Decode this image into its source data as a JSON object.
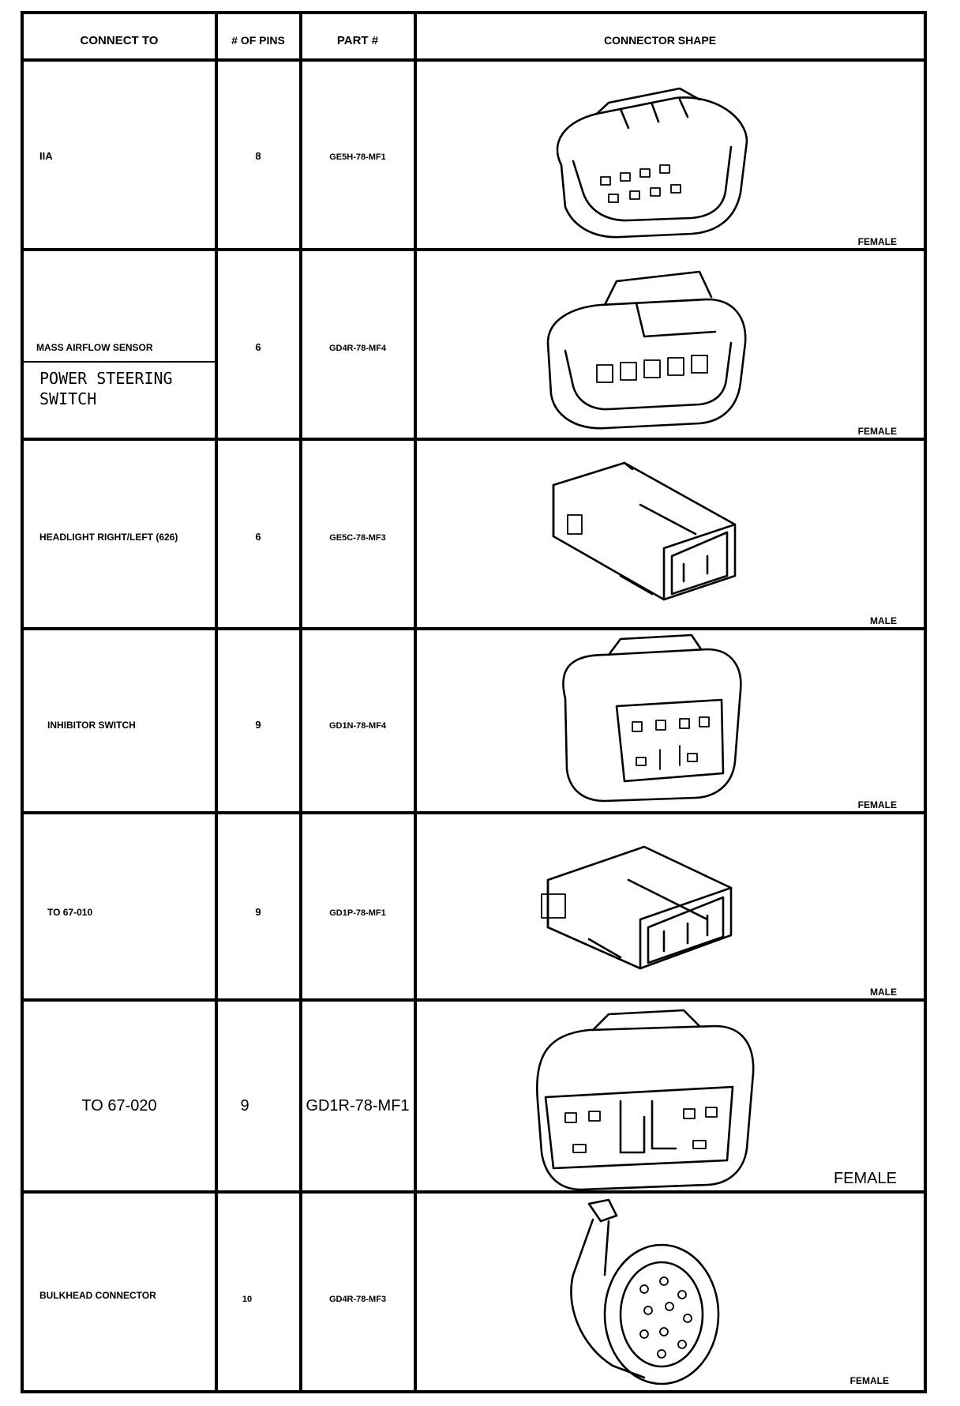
{
  "headers": {
    "connect_to": "CONNECT TO",
    "pins": "# OF PINS",
    "part": "PART #",
    "shape": "CONNECTOR SHAPE"
  },
  "rows": [
    {
      "connect_to": "IIA",
      "pins": "8",
      "part": "GE5H-78-MF1",
      "gender": "FEMALE",
      "drawing": "female-8-pin-connector-icon"
    },
    {
      "connect_to": "MASS AIRFLOW SENSOR",
      "connect_to_note": [
        "POWER STEERING",
        "SWITCH"
      ],
      "pins": "6",
      "part": "GD4R-78-MF4",
      "gender": "FEMALE",
      "drawing": "female-6-pin-connector-icon"
    },
    {
      "connect_to": "HEADLIGHT RIGHT/LEFT (626)",
      "pins": "6",
      "part": "GE5C-78-MF3",
      "gender": "MALE",
      "drawing": "male-6-pin-connector-icon"
    },
    {
      "connect_to": "INHIBITOR SWITCH",
      "pins": "9",
      "part": "GD1N-78-MF4",
      "gender": "FEMALE",
      "drawing": "female-9-pin-connector-icon"
    },
    {
      "connect_to": "TO 67-010",
      "pins": "9",
      "part": "GD1P-78-MF1",
      "gender": "MALE",
      "drawing": "male-9-pin-connector-icon"
    },
    {
      "connect_to": "TO 67-020",
      "pins": "9",
      "part": "GD1R-78-MF1",
      "gender": "FEMALE",
      "drawing": "female-9-pin-large-connector-icon"
    },
    {
      "connect_to": "BULKHEAD CONNECTOR",
      "pins": "10",
      "part": "GD4R-78-MF3",
      "gender": "FEMALE",
      "drawing": "round-bulkhead-connector-icon"
    }
  ]
}
